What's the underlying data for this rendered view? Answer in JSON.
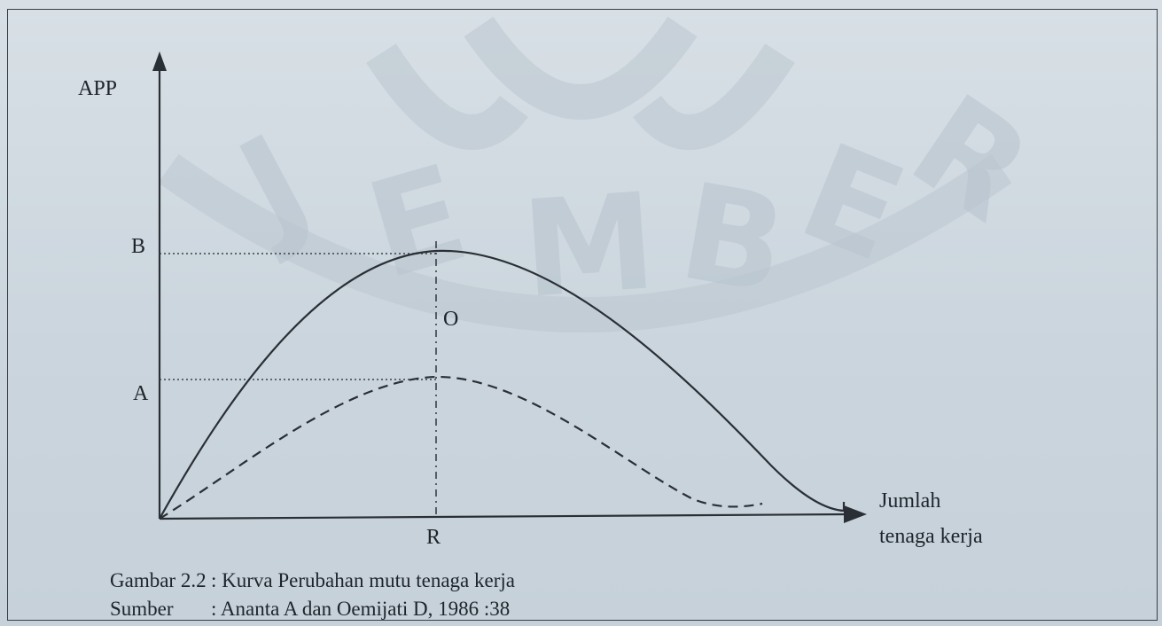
{
  "watermark": {
    "text": "JEMBER",
    "color": "#b9c5cf"
  },
  "axes": {
    "y_label": "APP",
    "x_label_line1": "Jumlah",
    "x_label_line2": "tenaga kerja",
    "y_marks": [
      "B",
      "A"
    ],
    "x_mark": "R",
    "point_label": "O"
  },
  "caption": {
    "figure_key": "Gambar 2.2",
    "figure_text": ": Kurva Perubahan mutu tenaga kerja",
    "source_key": "Sumber",
    "source_text": ": Ananta A dan Oemijati D, 1986 :38"
  },
  "colors": {
    "line": "#2a2f35",
    "dotted": "#3a4046"
  }
}
